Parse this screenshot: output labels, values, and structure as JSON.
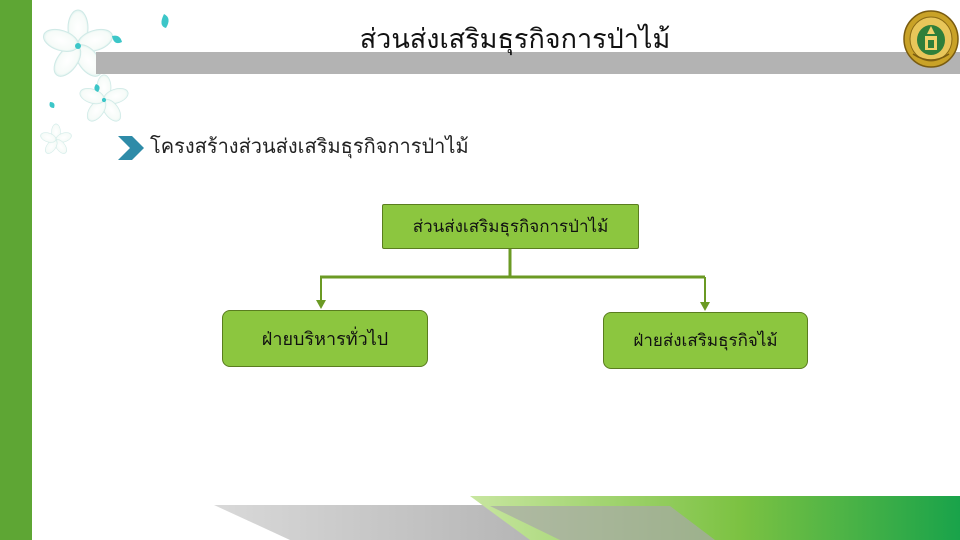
{
  "slide": {
    "title": "ส่วนส่งเสริมธุรกิจการป่าไม้",
    "bullet": "โครงสร้างส่วนส่งเสริมธุรกิจการป่าไม้"
  },
  "org_chart": {
    "root": "ส่วนส่งเสริมธุรกิจการป่าไม้",
    "children": [
      "ฝ่ายบริหารทั่วไป",
      "ฝ่ายส่งเสริมธุรกิจไม้"
    ]
  },
  "colors": {
    "accent_green": "#5ea634",
    "node_fill": "#8cc63f",
    "connector": "#6b9a24",
    "title_band": "#b3b3b3",
    "bullet_arrow": "#2e8ba8"
  },
  "icons": [
    "flower-decoration-icon",
    "royal-seal-icon",
    "chevron-bullet-icon"
  ]
}
